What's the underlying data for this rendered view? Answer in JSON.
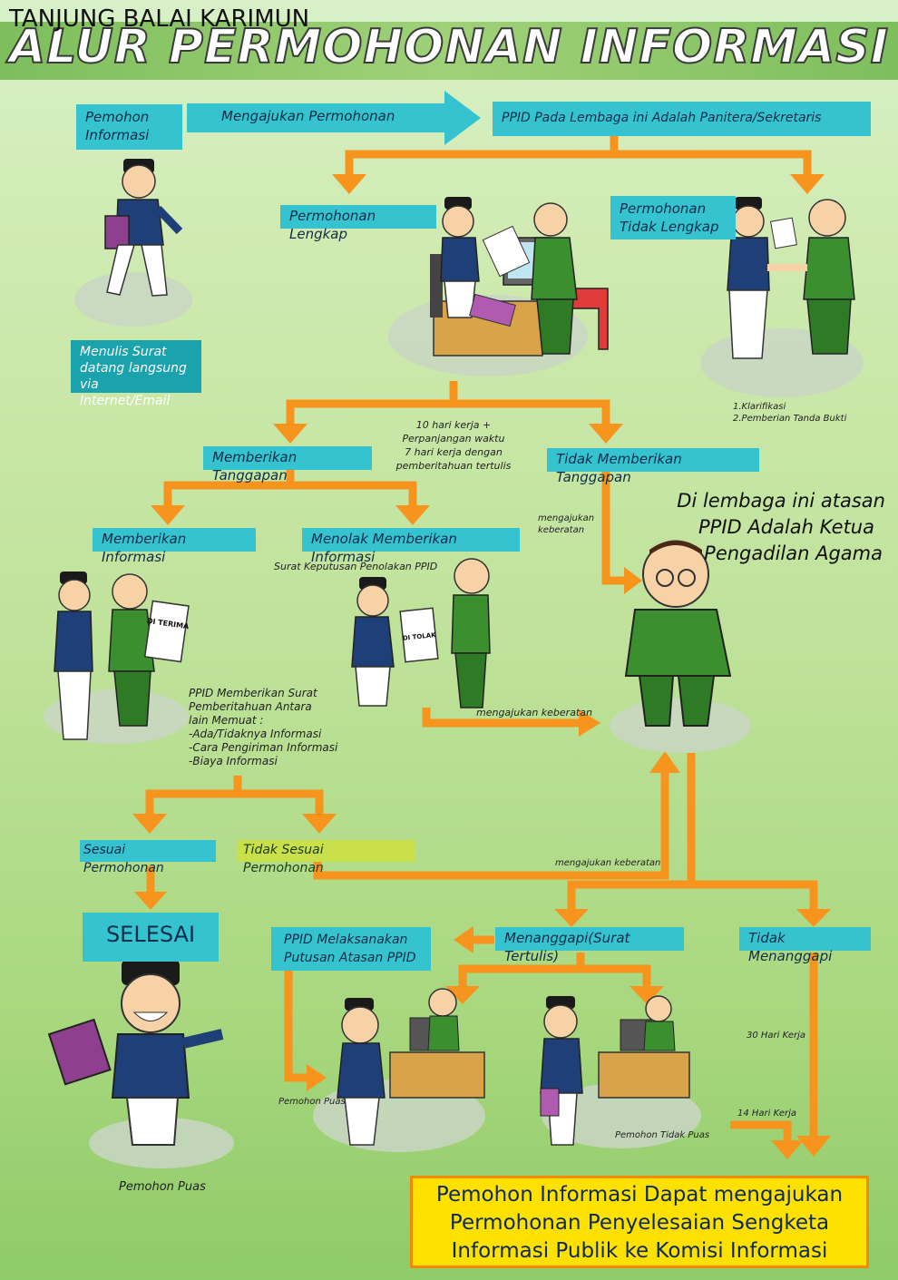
{
  "header": {
    "location": "TANJUNG BALAI KARIMUN",
    "title": "ALUR PERMOHONAN INFORMASI"
  },
  "colors": {
    "arrow": "#f7941d",
    "box": "#35c4cf",
    "box_dark": "#1aa2ad",
    "highlight": "#c9e04a",
    "final_box": "#ffe100"
  },
  "nodes": {
    "pemohon": "Pemohon Informasi",
    "mengajukan": "Mengajukan Permohonan",
    "ppid_lembaga": "PPID Pada Lembaga ini Adalah Panitera/Sekretaris",
    "lengkap": "Permohonan Lengkap",
    "tidak_lengkap": "Permohonan Tidak Lengkap",
    "menulis_surat": "Menulis Surat datang langsung via Internet/Email",
    "memberikan_tanggapan": "Memberikan Tanggapan",
    "tidak_memberikan_tanggapan": "Tidak Memberikan Tanggapan",
    "memberikan_informasi": "Memberikan Informasi",
    "menolak": "Menolak Memberikan Informasi",
    "sesuai": "Sesuai Permohonan",
    "tidak_sesuai": "Tidak Sesuai Permohonan",
    "selesai": "SELESAI",
    "ppid_melaksanakan": "PPID Melaksanakan Putusan Atasan PPID",
    "menanggapi": "Menanggapi(Surat Tertulis)",
    "tidak_menanggapi": "Tidak Menanggapi"
  },
  "notes": {
    "klarifikasi_1": "1.Klarifikasi",
    "klarifikasi_2": "2.Pemberian Tanda Bukti",
    "hari_kerja_1": "10 hari kerja +",
    "hari_kerja_2": "Perpanjangan waktu",
    "hari_kerja_3": "7 hari kerja dengan",
    "hari_kerja_4": "pemberitahuan tertulis",
    "keberatan_top_1": "mengajukan",
    "keberatan_top_2": "keberatan",
    "surat_keputusan": "Surat Keputusan Penolakan PPID",
    "keberatan_mid": "mengajukan keberatan",
    "keberatan_low": "mengajukan keberatan",
    "ppid_surat_1": "PPID Memberikan Surat",
    "ppid_surat_2": "Pemberitahuan Antara",
    "ppid_surat_3": "lain Memuat :",
    "ppid_surat_4": "-Ada/Tidaknya Informasi",
    "ppid_surat_5": "-Cara Pengiriman Informasi",
    "ppid_surat_6": "-Biaya Informasi",
    "hari_30": "30 Hari Kerja",
    "hari_14": "14 Hari Kerja",
    "pemohon_puas_small": "Pemohon Puas",
    "pemohon_tidak_puas": "Pemohon Tidak Puas",
    "pemohon_puas": "Pemohon Puas"
  },
  "side_text": {
    "line1": "Di lembaga ini atasan",
    "line2": "PPID Adalah Ketua",
    "line3": "Pengadilan Agama"
  },
  "illustration_text": {
    "di_terima": "DI TERIMA",
    "di_tolak": "DI TOLAK"
  },
  "final_box": {
    "line1": "Pemohon Informasi Dapat mengajukan",
    "line2": "Permohonan Penyelesaian Sengketa",
    "line3": "Informasi Publik ke Komisi Informasi"
  }
}
